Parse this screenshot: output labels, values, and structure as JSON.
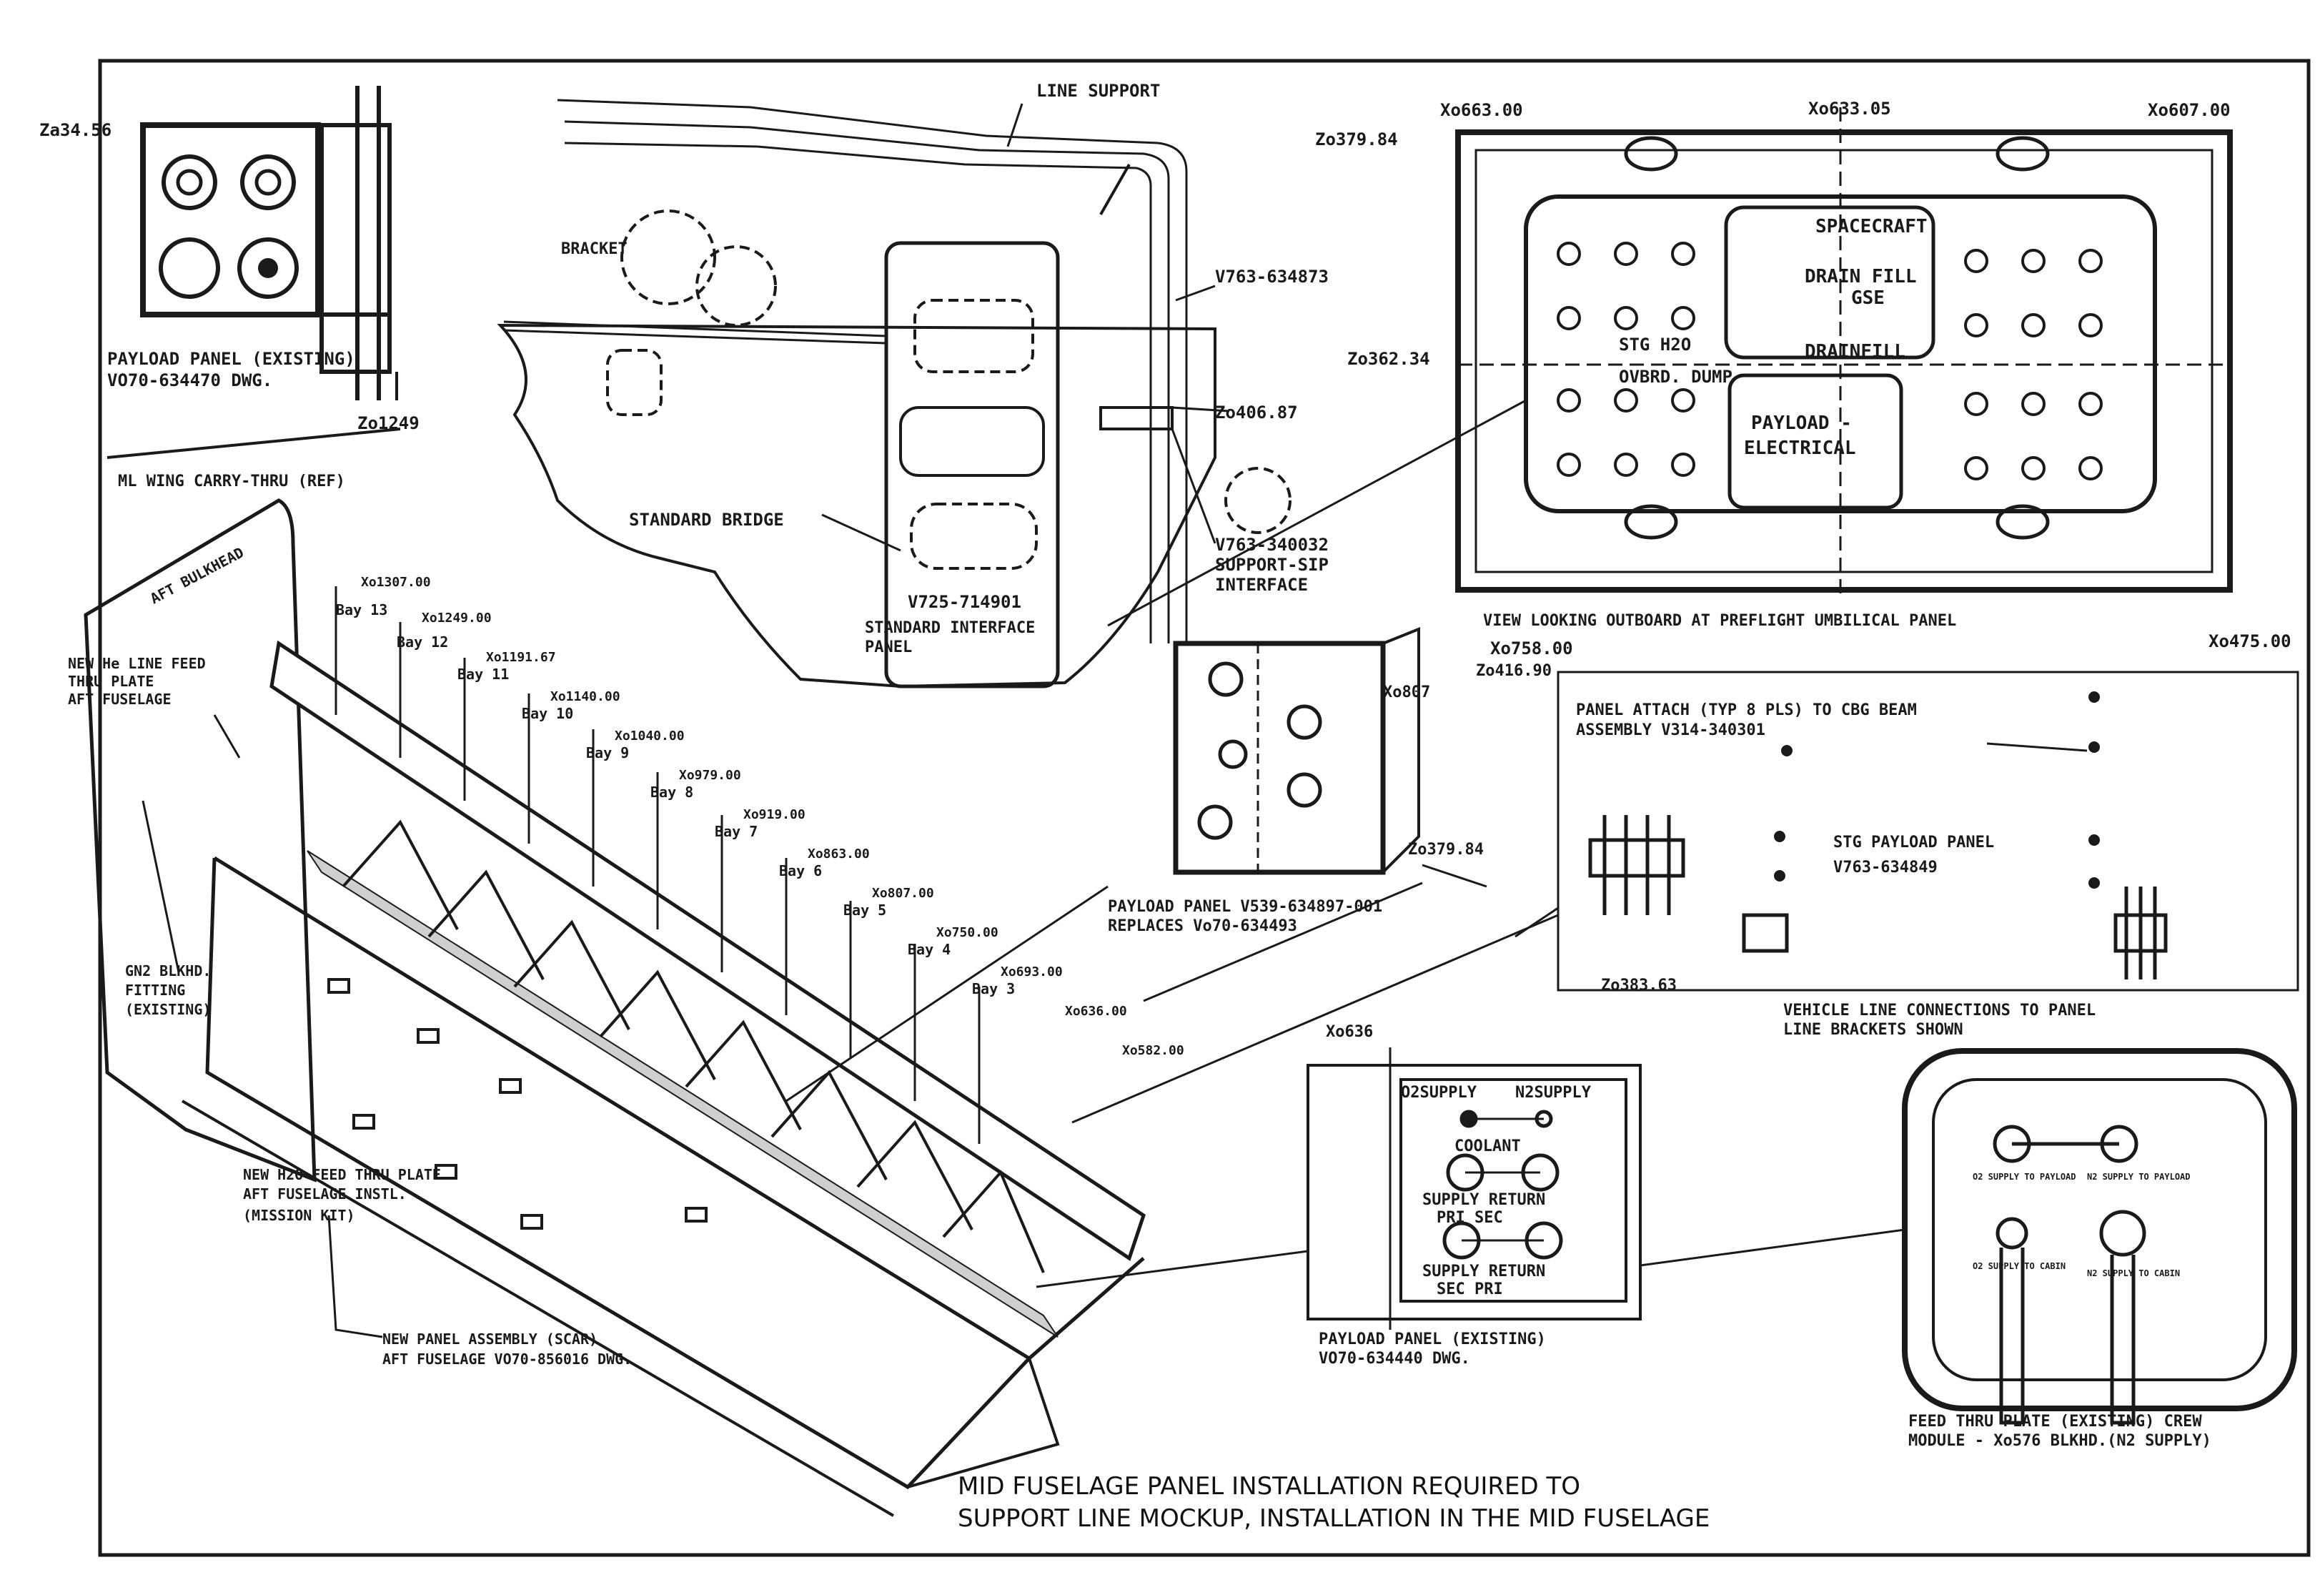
{
  "colors": {
    "ink": "#1a1a1a",
    "paper": "#ffffff",
    "shade": "#cfcfcf"
  },
  "views": {
    "top_left": {
      "station_a": "Za34.56",
      "station_b": "Zo1249",
      "panel_label": "PAYLOAD PANEL (EXISTING)",
      "panel_dwg": "VO70-634470 DWG.",
      "wing": "ML WING CARRY-THRU (REF)"
    },
    "bridge": {
      "line_support": "LINE SUPPORT",
      "bracket": "BRACKET",
      "v763a": "V763-634873",
      "station": "Zo406.87",
      "v763b": "V763-340032",
      "support_sip": "SUPPORT-SIP",
      "interface": "INTERFACE",
      "standard_bridge": "STANDARD BRIDGE",
      "v725": "V725-714901",
      "std_panel_1": "STANDARD INTERFACE",
      "std_panel_2": "PANEL"
    },
    "umbilical": {
      "xo_left": "Xo663.00",
      "xo_mid": "Xo633.05",
      "xo_right": "Xo607.00",
      "zo_top": "Zo379.84",
      "zo_mid": "Zo362.34",
      "spacecraft": "SPACECRAFT",
      "drain_fill": "DRAIN FILL",
      "gse": "GSE",
      "drainfill": "DRAINFILL",
      "stg_h2o": "STG H2O",
      "over_dump": "OVBRD. DUMP",
      "payload": "PAYLOAD -",
      "electrical": "ELECTRICAL",
      "caption": "VIEW LOOKING OUTBOARD AT PREFLIGHT UMBILICAL PANEL"
    },
    "payload_mid": {
      "xo": "Xo807",
      "zo": "Zo379.84",
      "label_1": "PAYLOAD PANEL V539-634897-001",
      "label_2": "REPLACES Vo70-634493"
    },
    "right_panel": {
      "xo_left": "Xo758.00",
      "xo_right": "Xo475.00",
      "zo_top": "Zo416.90",
      "zo_bottom": "Zo383.63",
      "attach_1": "PANEL ATTACH (TYP 8 PLS) TO CBG BEAM",
      "attach_2": "ASSEMBLY V314-340301",
      "stg_payload": "STG PAYLOAD PANEL",
      "v763": "V763-634849",
      "vehicle_1": "VEHICLE LINE CONNECTIONS TO PANEL",
      "vehicle_2": "LINE BRACKETS SHOWN"
    },
    "fuselage": {
      "aft_bulkhead": "AFT BULKHEAD",
      "new_he_1": "NEW He LINE FEED",
      "new_he_2": "THRU PLATE",
      "new_he_3": "AFT FUSELAGE",
      "gn2_1": "GN2 BLKHD.",
      "gn2_2": "FITTING",
      "gn2_3": "(EXISTING)",
      "new_h2o_1": "NEW H2O FEED THRU PLATE",
      "new_h2o_2": "AFT FUSELAGE INSTL.",
      "new_h2o_3": "(MISSION KIT)",
      "scar_1": "NEW PANEL ASSEMBLY (SCAR)",
      "scar_2": "AFT FUSELAGE  VO70-856016 DWG.",
      "bays": [
        "Bay 13",
        "Bay 12",
        "Bay 11",
        "Bay 10",
        "Bay 9",
        "Bay 8",
        "Bay 7",
        "Bay 6",
        "Bay 5",
        "Bay 4",
        "Bay 3"
      ],
      "stations": [
        "Xo1307.00",
        "Xo1249.00",
        "Xo1191.67",
        "Xo1140.00",
        "Xo1040.00",
        "Xo979.00",
        "Xo919.00",
        "Xo863.00",
        "Xo807.00",
        "Xo750.00",
        "Xo693.00",
        "Xo636.00",
        "Xo582.00"
      ]
    },
    "coolant_panel": {
      "xo": "Xo636",
      "o2": "O2SUPPLY",
      "n2": "N2SUPPLY",
      "coolant": "COOLANT",
      "supply_return_1": "SUPPLY RETURN",
      "pri_sec": "PRI          SEC",
      "supply_return_2": "SUPPLY RETURN",
      "sec_pri": "SEC          PRI",
      "label_1": "PAYLOAD PANEL (EXISTING)",
      "label_2": "VO70-634440 DWG."
    },
    "feed_thru": {
      "c1": "O2 SUPPLY TO PAYLOAD",
      "c2": "N2 SUPPLY TO PAYLOAD",
      "c3": "O2 SUPPLY TO CABIN",
      "c4": "N2 SUPPLY TO CABIN",
      "label_1": "FEED THRU PLATE (EXISTING) CREW",
      "label_2": "MODULE - Xo576 BLKHD.(N2 SUPPLY)"
    }
  },
  "caption": {
    "line1": "MID FUSELAGE PANEL INSTALLATION REQUIRED TO",
    "line2": "SUPPORT LINE MOCKUP, INSTALLATION IN THE MID FUSELAGE"
  }
}
